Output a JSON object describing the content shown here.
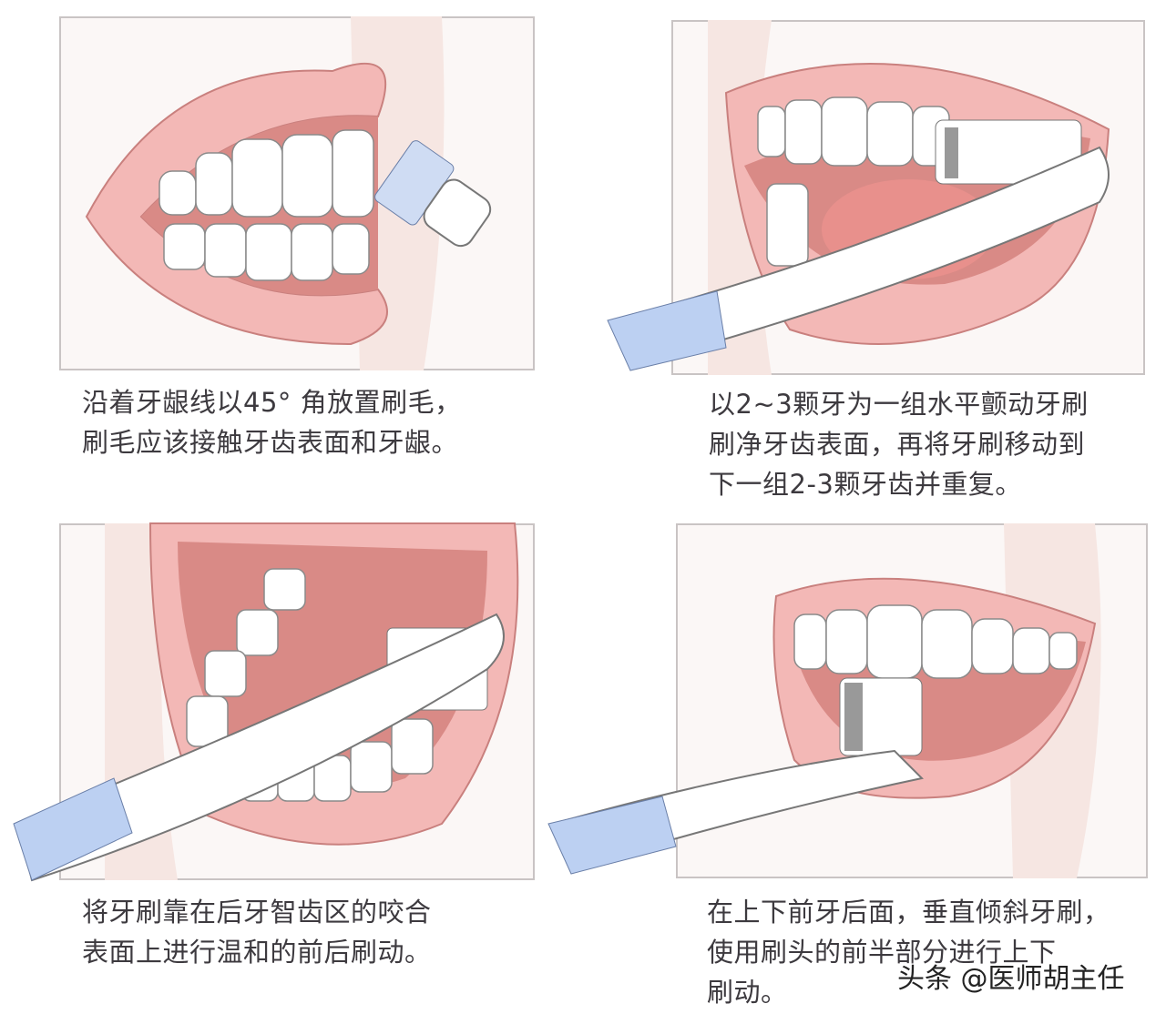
{
  "steps": [
    {
      "lines": [
        "沿着牙龈线以45° 角放置刷毛，",
        "刷毛应该接触牙齿表面和牙龈。"
      ]
    },
    {
      "lines": [
        "以2~3颗牙为一组水平颤动牙刷",
        "刷净牙齿表面，再将牙刷移动到",
        "下一组2-3颗牙齿并重复。"
      ]
    },
    {
      "lines": [
        "将牙刷靠在后牙智齿区的咬合",
        "表面上进行温和的前后刷动。"
      ]
    },
    {
      "lines": [
        "在上下前牙后面，垂直倾斜牙刷，",
        "使用刷头的前半部分进行上下",
        "刷动。"
      ]
    }
  ],
  "watermark": "头条 @医师胡主任",
  "colors": {
    "lip": "#f3b8b6",
    "lip_outline": "#c9807e",
    "gum": "#e9a09c",
    "mouth_inside": "#d98a86",
    "tooth": "#ffffff",
    "brush_tip": "#bcd0f2",
    "bristle_gray": "#9a9a9a"
  }
}
